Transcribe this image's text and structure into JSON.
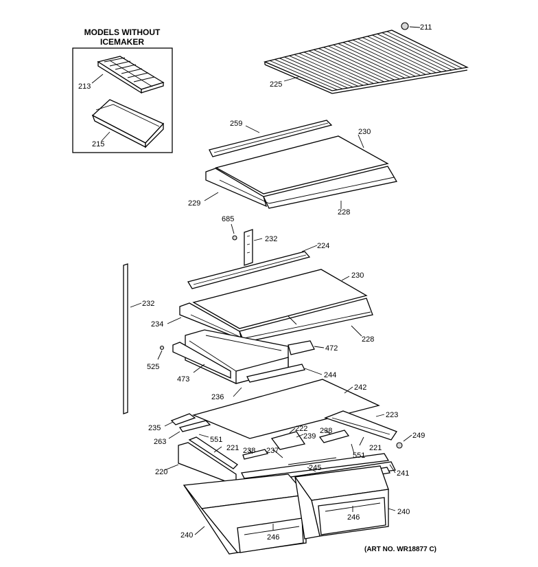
{
  "inset": {
    "title_line1": "MODELS WITHOUT",
    "title_line2": "ICEMAKER"
  },
  "art_number": "(ART NO. WR18877 C)",
  "parts": [
    {
      "id": "p211",
      "label": "211"
    },
    {
      "id": "p213",
      "label": "213"
    },
    {
      "id": "p215",
      "label": "215"
    },
    {
      "id": "p225",
      "label": "225"
    },
    {
      "id": "p259",
      "label": "259"
    },
    {
      "id": "p230a",
      "label": "230"
    },
    {
      "id": "p229",
      "label": "229"
    },
    {
      "id": "p228a",
      "label": "228"
    },
    {
      "id": "p685",
      "label": "685"
    },
    {
      "id": "p232a",
      "label": "232"
    },
    {
      "id": "p224",
      "label": "224"
    },
    {
      "id": "p230b",
      "label": "230"
    },
    {
      "id": "p232b",
      "label": "232"
    },
    {
      "id": "p234",
      "label": "234"
    },
    {
      "id": "p228b",
      "label": "228"
    },
    {
      "id": "p472",
      "label": "472"
    },
    {
      "id": "p525",
      "label": "525"
    },
    {
      "id": "p473",
      "label": "473"
    },
    {
      "id": "p244",
      "label": "244"
    },
    {
      "id": "p242",
      "label": "242"
    },
    {
      "id": "p236",
      "label": "236"
    },
    {
      "id": "p223",
      "label": "223"
    },
    {
      "id": "p235",
      "label": "235"
    },
    {
      "id": "p222",
      "label": "222"
    },
    {
      "id": "p239",
      "label": "239"
    },
    {
      "id": "p238a",
      "label": "238"
    },
    {
      "id": "p249",
      "label": "249"
    },
    {
      "id": "p263",
      "label": "263"
    },
    {
      "id": "p551a",
      "label": "551"
    },
    {
      "id": "p221a",
      "label": "221"
    },
    {
      "id": "p238b",
      "label": "238"
    },
    {
      "id": "p237",
      "label": "237"
    },
    {
      "id": "p221b",
      "label": "221"
    },
    {
      "id": "p551b",
      "label": "551"
    },
    {
      "id": "p220",
      "label": "220"
    },
    {
      "id": "p245",
      "label": "245"
    },
    {
      "id": "p241",
      "label": "241"
    },
    {
      "id": "p240a",
      "label": "240"
    },
    {
      "id": "p246a",
      "label": "246"
    },
    {
      "id": "p246b",
      "label": "246"
    },
    {
      "id": "p240b",
      "label": "240"
    }
  ]
}
